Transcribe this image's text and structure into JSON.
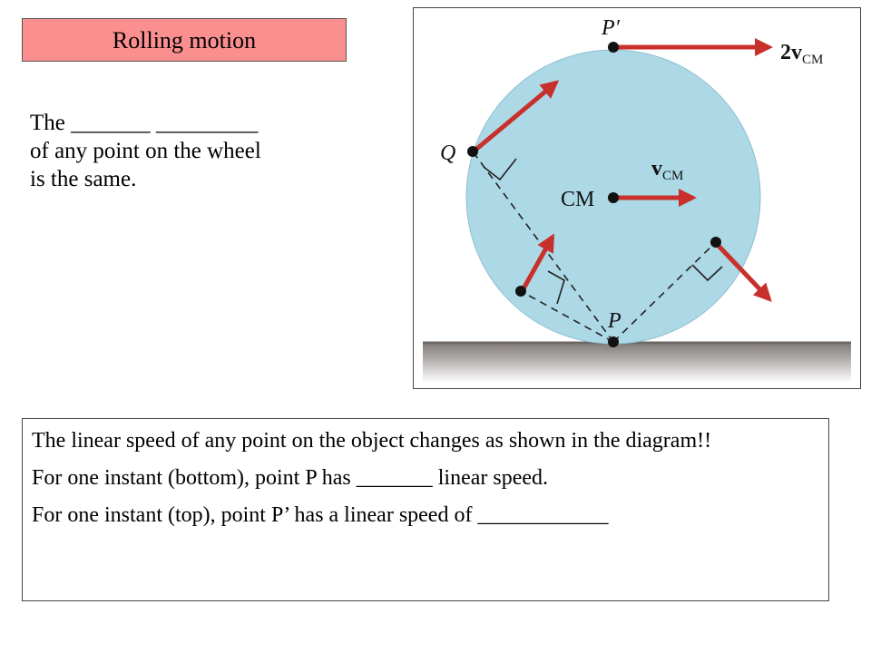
{
  "title": "Rolling motion",
  "intro": {
    "line1": "The _______ _________",
    "line2": "of any point on the wheel",
    "line3": "is the same."
  },
  "diagram": {
    "labels": {
      "p_prime": "P′",
      "two_vcm_prefix": "2",
      "v": "v",
      "cm_sub": "CM",
      "q": "Q",
      "cm": "CM",
      "p": "P"
    },
    "colors": {
      "wheel": "#add8e6",
      "arrow": "#c8302b",
      "ground": "#8f8986"
    }
  },
  "notes": {
    "p1": "The linear speed of any point on the object changes as shown in the diagram!!",
    "p2": "For one instant (bottom), point P has _______ linear speed.",
    "p3": "For one instant (top), point P’ has a linear speed of ____________"
  }
}
